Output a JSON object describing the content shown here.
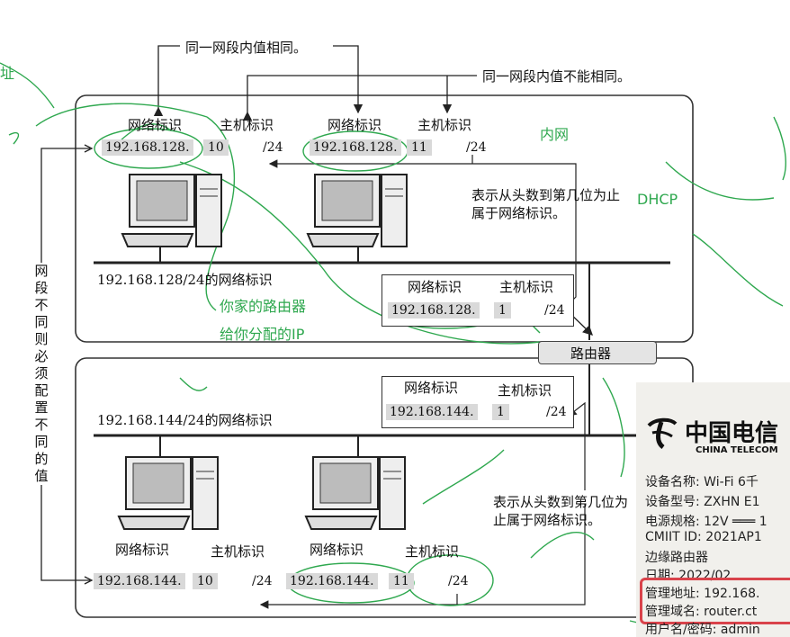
{
  "top_notes": {
    "same_in_segment": "同一网段内值相同。",
    "diff_in_segment": "同一网段内值不能相同。"
  },
  "left_vertical": "网段不同则必须配置不同的值",
  "networks": {
    "upper": {
      "host_a": {
        "net_label": "网络标识",
        "host_label": "主机标识",
        "net": "192.168.128.",
        "host": "10",
        "mask": "/24"
      },
      "host_b": {
        "net_label": "网络标识",
        "host_label": "主机标识",
        "net": "192.168.128.",
        "host": "11",
        "mask": "/24"
      },
      "mask_note": "表示从头数到第几位为止属于网络标识。",
      "network_title": "192.168.128/24的网络标识",
      "router_if": {
        "net_label": "网络标识",
        "host_label": "主机标识",
        "net": "192.168.128.",
        "host": "1",
        "mask": "/24"
      }
    },
    "router": "路由器",
    "lower": {
      "router_if": {
        "net_label": "网络标识",
        "host_label": "主机标识",
        "net": "192.168.144.",
        "host": "1",
        "mask": "/24"
      },
      "network_title": "192.168.144/24的网络标识",
      "mask_note": "表示从头数到第几位为止属于网络标识。",
      "host_a": {
        "net_label": "网络标识",
        "host_label": "主机标识",
        "net": "192.168.144.",
        "host": "10",
        "mask": "/24"
      },
      "host_b": {
        "net_label": "网络标识",
        "host_label": "主机标识",
        "net": "192.168.144.",
        "host": "11",
        "mask": "/24"
      }
    }
  },
  "annotations": {
    "left_edge": "址",
    "lan": "内网",
    "dhcp": "DHCP",
    "router_line1": "你家的路由器",
    "router_line2": "给你分配的IP"
  },
  "label_photo": {
    "brand": "中国电信",
    "brand_en": "CHINA TELECOM",
    "rows": [
      "设备名称: Wi-Fi 6千",
      "设备型号: ZXHN E1",
      "电源规格: 12V ═══ 1",
      "CMIIT ID: 2021AP1",
      "边缘路由器",
      "日期: 2022/02",
      "管理地址: 192.168.",
      "管理域名: router.ct",
      "用户名/密码: admin"
    ]
  },
  "colors": {
    "handwriting": "#2fa84f",
    "highlight_box": "#d9434b"
  }
}
